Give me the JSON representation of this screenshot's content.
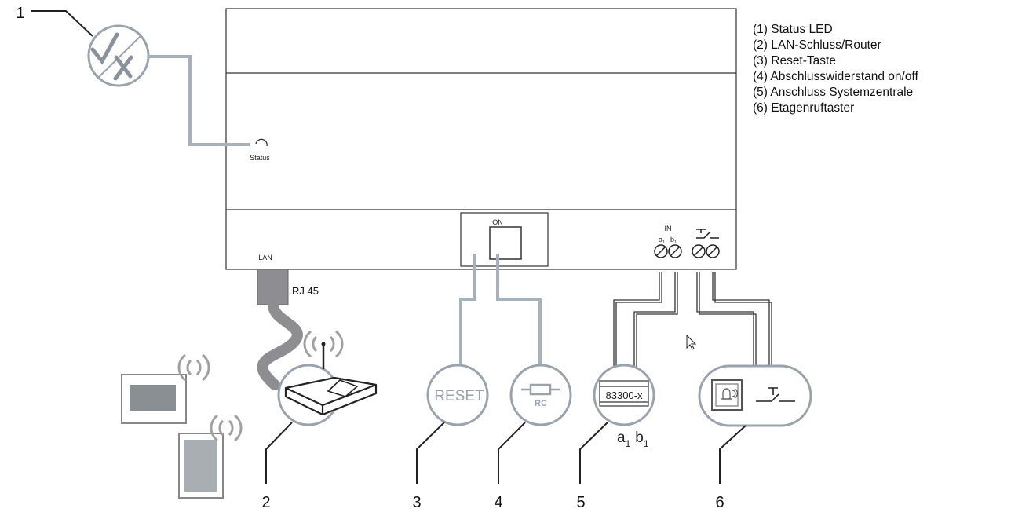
{
  "device": {
    "status_label": "Status",
    "lan_label": "LAN",
    "rj45_label": "RJ 45",
    "on_label": "ON",
    "in_label": "IN",
    "a1_label": "a",
    "a1_sub": "1",
    "b1_label": "b",
    "b1_sub": "1"
  },
  "callouts": [
    {
      "number": "1"
    },
    {
      "number": "2"
    },
    {
      "number": "3"
    },
    {
      "number": "4"
    },
    {
      "number": "5"
    },
    {
      "number": "6"
    }
  ],
  "bubbles": {
    "reset_text": "RESET",
    "rc_text": "RC",
    "module_text": "83300-x",
    "ab_label_a": "a",
    "ab_label_a_sub": "1",
    "ab_label_b": "b",
    "ab_label_b_sub": "1"
  },
  "legend": [
    "(1) Status LED",
    "(2) LAN-Schluss/Router",
    "(3) Reset-Taste",
    "(4) Abschlusswiderstand on/off",
    "(5) Anschluss Systemzentrale",
    "(6) Etagenruftaster"
  ],
  "colors": {
    "outline": "#333333",
    "wire": "#a7b1bb",
    "bubble": "#9aa3ad",
    "device_fill": "#ffffff",
    "cable": "#8e8e92",
    "screen": "#8a8f94"
  }
}
